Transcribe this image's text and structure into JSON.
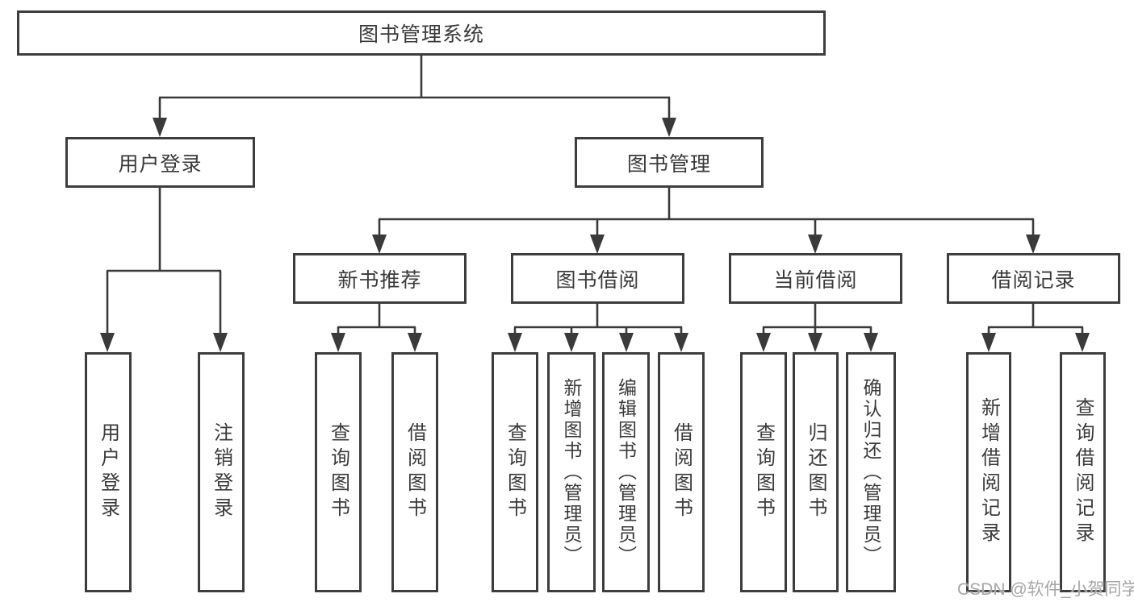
{
  "tree": {
    "root": {
      "label": "图书管理系统"
    },
    "children": [
      {
        "label": "用户登录",
        "children": [
          {
            "label": "用户登录"
          },
          {
            "label": "注销登录"
          }
        ]
      },
      {
        "label": "图书管理",
        "children": [
          {
            "label": "新书推荐",
            "children": [
              {
                "label": "查询图书"
              },
              {
                "label": "借阅图书"
              }
            ]
          },
          {
            "label": "图书借阅",
            "children": [
              {
                "label": "查询图书"
              },
              {
                "label": "新增图书（管理员）"
              },
              {
                "label": "编辑图书（管理员）"
              },
              {
                "label": "借阅图书"
              }
            ]
          },
          {
            "label": "当前借阅",
            "children": [
              {
                "label": "查询图书"
              },
              {
                "label": "归还图书"
              },
              {
                "label": "确认归还（管理员）"
              }
            ]
          },
          {
            "label": "借阅记录",
            "children": [
              {
                "label": "新增借阅记录"
              },
              {
                "label": "查询借阅记录"
              }
            ]
          }
        ]
      }
    ]
  },
  "watermark": "CSDN @软件_小贺同学",
  "colors": {
    "line": "#3a3a3a",
    "box_border": "#3d3d3d",
    "text": "#3a3a3a",
    "watermark": "#a6a6a6",
    "background": "#ffffff"
  }
}
